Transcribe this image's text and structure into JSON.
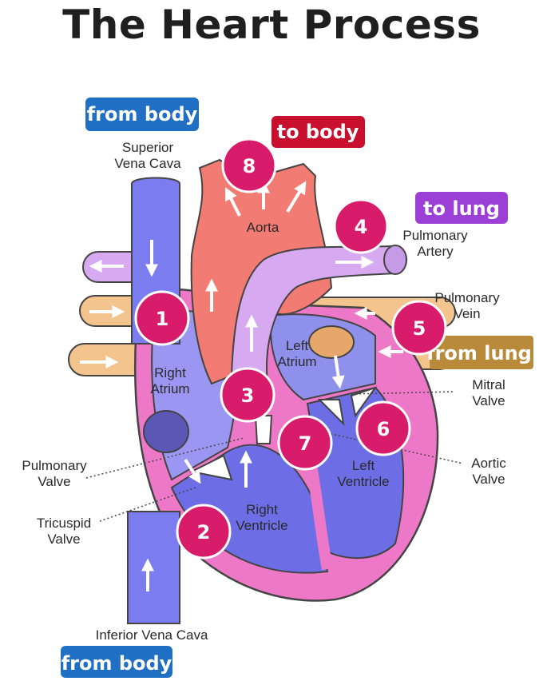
{
  "title": "The Heart Process",
  "tags": {
    "from_body_top": "from body",
    "to_body": "to body",
    "to_lung": "to lung",
    "from_lung": "from lung",
    "from_body_bottom": "from body"
  },
  "labels": {
    "superior_vena_cava": [
      "Superior",
      "Vena Cava"
    ],
    "aorta": "Aorta",
    "pulmonary_artery": [
      "Pulmonary",
      "Artery"
    ],
    "pulmonary_vein": [
      "Pulmonary",
      "Vein"
    ],
    "left_atrium": [
      "Left",
      "Atrium"
    ],
    "right_atrium": [
      "Right",
      "Atrium"
    ],
    "mitral_valve": [
      "Mitral",
      "Valve"
    ],
    "aortic_valve": [
      "Aortic",
      "Valve"
    ],
    "pulmonary_valve": [
      "Pulmonary",
      "Valve"
    ],
    "tricuspid_valve": [
      "Tricuspid",
      "Valve"
    ],
    "left_ventricle": [
      "Left",
      "Ventricle"
    ],
    "right_ventricle": [
      "Right",
      "Ventricle"
    ],
    "inferior_vena_cava": "Inferior Vena Cava"
  },
  "steps": [
    "1",
    "2",
    "3",
    "4",
    "5",
    "6",
    "7",
    "8"
  ],
  "colors": {
    "step_circle": "#d81b6b",
    "tag_blue": "#1f6fc4",
    "tag_red": "#c8102e",
    "tag_purple": "#9b3fd6",
    "tag_gold": "#b88a3a",
    "vena_cava": "#7b7cf0",
    "aorta": "#f27b74",
    "pulmonary_artery": "#d7a9f0",
    "pulmonary_vein": "#f4c48e",
    "heart_wall": "#ee78c8"
  }
}
